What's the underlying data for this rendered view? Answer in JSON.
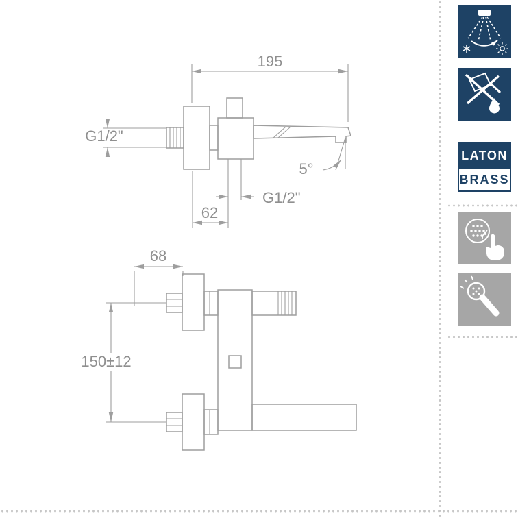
{
  "drawing": {
    "top_view": {
      "width_dim": "195",
      "inlet_thread": "G1/2\"",
      "spout_angle": "5°",
      "outlet_thread": "G1/2\"",
      "offset_dim": "62"
    },
    "front_view": {
      "depth_dim": "68",
      "height_dim": "150±12"
    }
  },
  "badges": {
    "material_line1": "LATON",
    "material_line2": "BRASS"
  },
  "icons": [
    {
      "name": "adjustable-spray-icon"
    },
    {
      "name": "no-tools-installation-icon"
    },
    {
      "name": "brass-material-badge"
    },
    {
      "name": "easy-clean-nozzles-icon"
    },
    {
      "name": "handshower-icon"
    }
  ],
  "colors": {
    "navy": "#1e4265",
    "icon_gray": "#a6a6a6",
    "line_gray": "#9e9e9e",
    "text_gray": "#8f8f8f",
    "dot_gray": "#c6c6c6"
  }
}
